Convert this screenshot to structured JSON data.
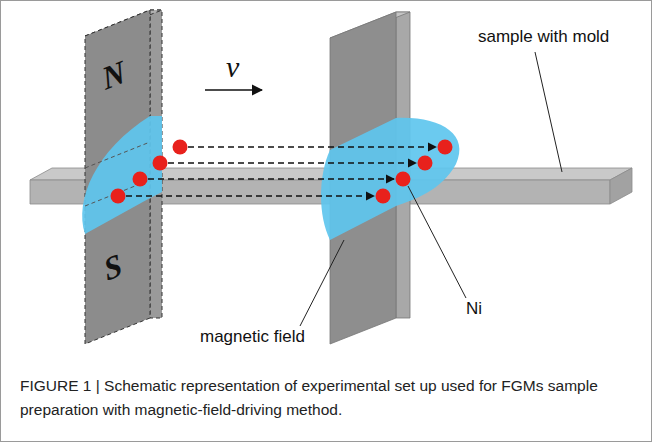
{
  "diagram": {
    "caption": "FIGURE 1 | Schematic representation of experimental set up used for FGMs sample preparation with magnetic-field-driving method.",
    "labels": [
      "N",
      "S",
      "v",
      "sample with mold",
      "magnetic field",
      "Ni"
    ]
  }
}
